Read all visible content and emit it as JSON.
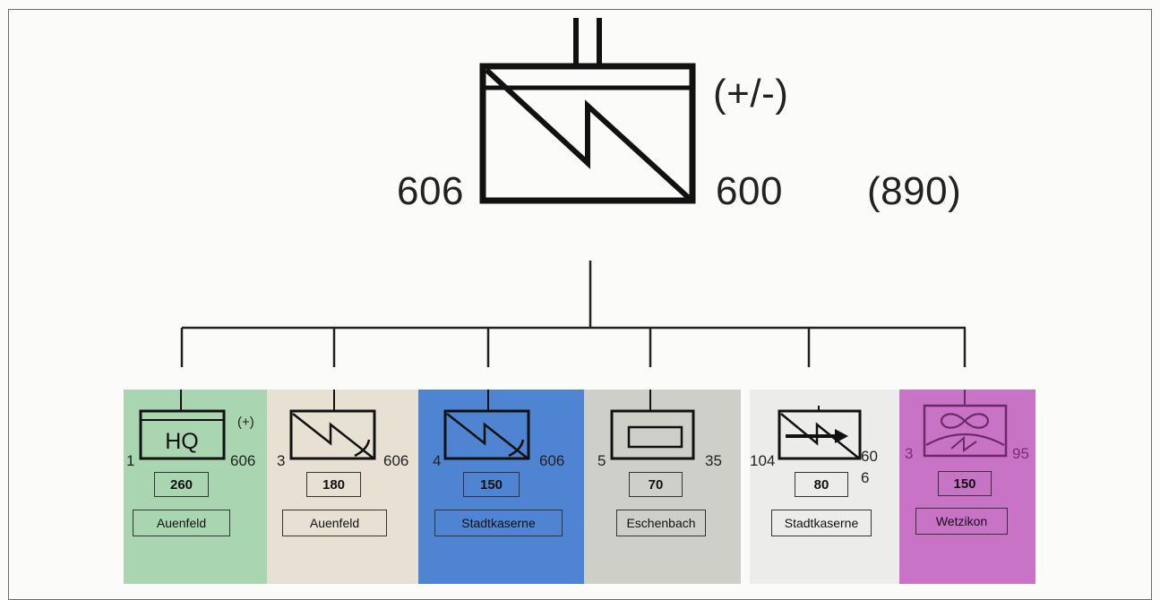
{
  "parent": {
    "left_number": "606",
    "right_number": "600",
    "modifier": "(+/-)",
    "total": "(890)"
  },
  "units": [
    {
      "symbol": "headquarters-symbol",
      "symbol_text": "HQ",
      "modifier": "(+)",
      "left_number": "1",
      "right_number": "606",
      "strength": "260",
      "location": "Auenfeld",
      "color": "#a9d6b0"
    },
    {
      "symbol": "signal-unit-symbol",
      "left_number": "3",
      "right_number": "606",
      "strength": "180",
      "location": "Auenfeld",
      "color": "#e6e1d2"
    },
    {
      "symbol": "signal-unit-symbol",
      "left_number": "4",
      "right_number": "606",
      "strength": "150",
      "location": "Stadtkaserne",
      "color": "#4f84d2"
    },
    {
      "symbol": "supply-unit-symbol",
      "left_number": "5",
      "right_number": "35",
      "strength": "70",
      "location": "Eschenbach",
      "color": "#cfcfca"
    },
    {
      "symbol": "electronic-warfare-symbol",
      "left_number": "104",
      "right_number": "60",
      "right_sub_number": "6",
      "strength": "80",
      "location": "Stadtkaserne",
      "color": "#ececeb"
    },
    {
      "symbol": "medical-unit-symbol",
      "left_number": "3",
      "right_number": "95",
      "strength": "150",
      "location": "Wetzikon",
      "color": "#c873c6"
    }
  ]
}
